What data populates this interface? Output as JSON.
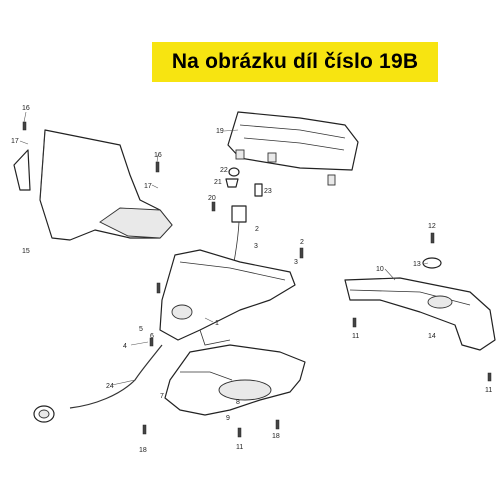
{
  "banner": {
    "text": "Na obrázku díl číslo 19B"
  },
  "callouts": [
    "16",
    "17",
    "15",
    "16",
    "17",
    "19",
    "22",
    "21",
    "20",
    "23",
    "2",
    "3",
    "2",
    "3",
    "12",
    "13",
    "10",
    "1",
    "5",
    "6",
    "4",
    "11",
    "14",
    "11",
    "24",
    "7",
    "8",
    "9",
    "18",
    "18",
    "11"
  ],
  "colors": {
    "banner_bg": "#f7e411",
    "banner_text": "#000000",
    "line": "#222222"
  }
}
